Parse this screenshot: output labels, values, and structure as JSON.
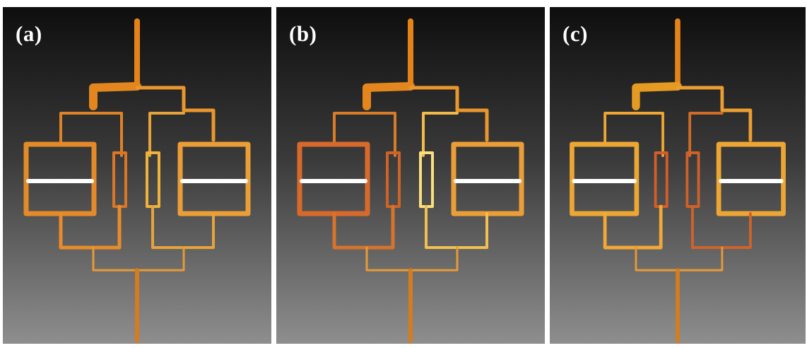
{
  "panels": [
    {
      "label": "(a)",
      "colors": {
        "inlet": "#e48418",
        "elbow_left": "#e4861e",
        "elbow_right": "#e9962d",
        "hdr_left": "#dc8425",
        "hdr_right": "#e6a33a",
        "branch_1": "#e38e2c",
        "branch_2": "#d9862b",
        "branch_3": "#f1b23f",
        "branch_4": "#e39a32",
        "chamber_left": "#e58a28",
        "chamber_right": "#eb9e36",
        "narrow_left": "#da7626",
        "narrow_right": "#f0b23a",
        "lower_left": "#e88c2a",
        "lower_right": "#e6a33a",
        "collector": "#e59a35",
        "outlet": "#d47c1e",
        "septum": "#ffffff"
      }
    },
    {
      "label": "(b)",
      "colors": {
        "inlet": "#e48418",
        "elbow_left": "#e4861e",
        "elbow_right": "#e9962d",
        "hdr_left": "#d97c27",
        "hdr_right": "#f0bb49",
        "branch_1": "#d7782c",
        "branch_2": "#cf6c27",
        "branch_3": "#f6dc75",
        "branch_4": "#e3972f",
        "chamber_left": "#d9692a",
        "chamber_right": "#eb9e36",
        "narrow_left": "#cf6326",
        "narrow_right": "#f9e07d",
        "lower_left": "#d8732c",
        "lower_right": "#f1c04f",
        "collector": "#e69b36",
        "outlet": "#d47c1e",
        "septum": "#ffffff"
      }
    },
    {
      "label": "(c)",
      "colors": {
        "inlet": "#e48418",
        "elbow_left": "#e59a22",
        "elbow_right": "#ec9f30",
        "hdr_left": "#f0a630",
        "hdr_right": "#d16b27",
        "branch_1": "#f0a830",
        "branch_2": "#d6672a",
        "branch_3": "#cc5a26",
        "branch_4": "#eaa033",
        "chamber_left": "#eca733",
        "chamber_right": "#eda634",
        "narrow_left": "#d55d28",
        "narrow_right": "#d06028",
        "lower_left": "#f2a936",
        "lower_right": "#cf6329",
        "collector": "#e59a35",
        "outlet": "#d47c1e",
        "septum": "#ffffff"
      }
    }
  ]
}
